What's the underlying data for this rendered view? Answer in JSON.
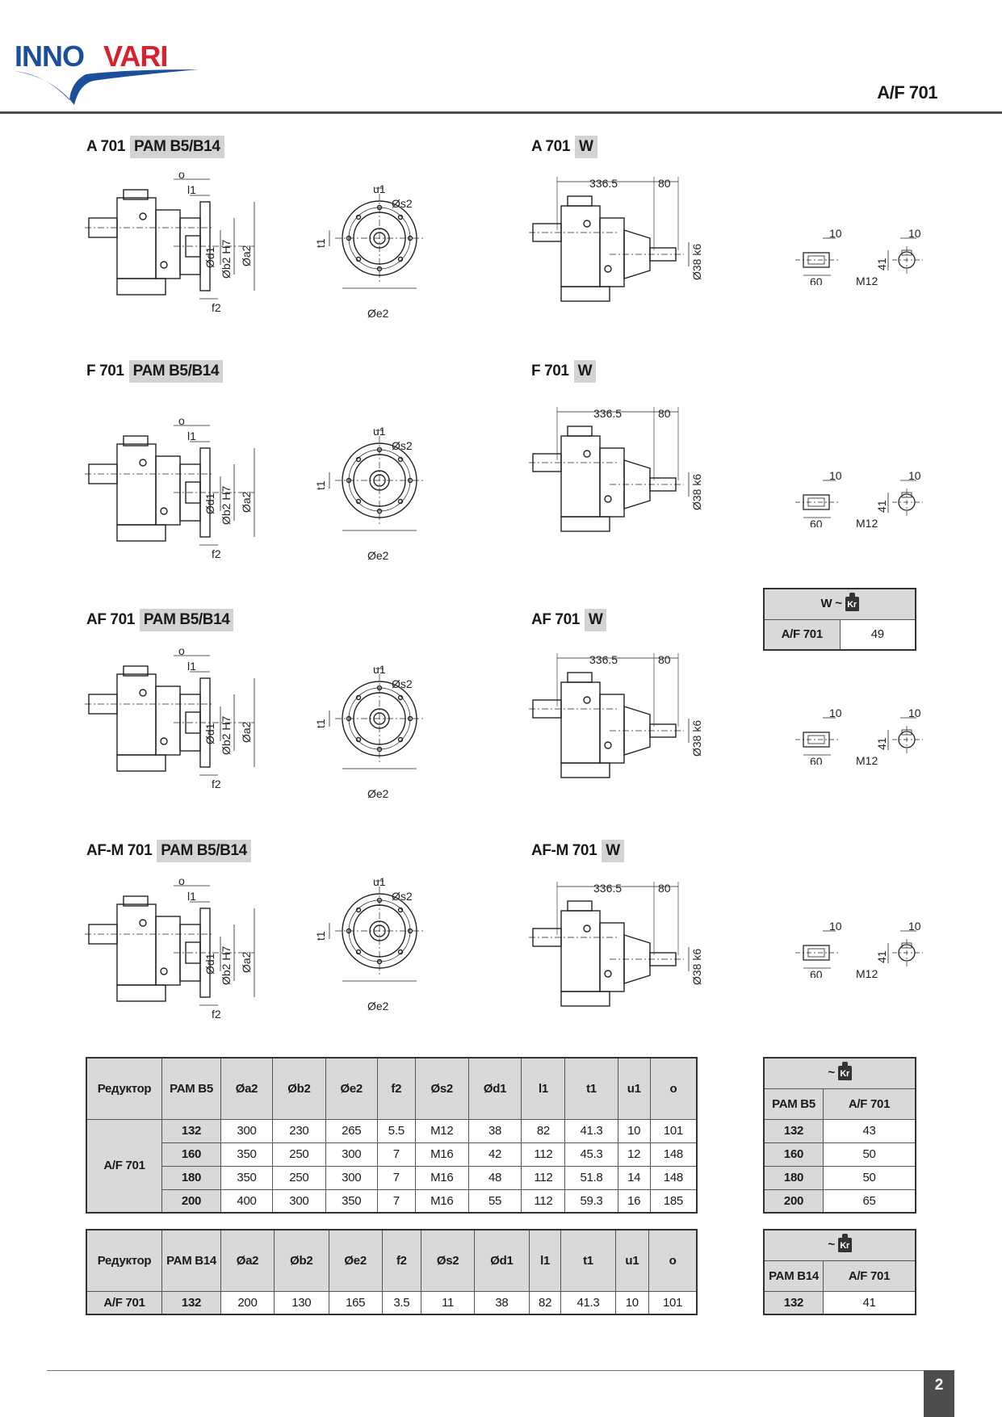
{
  "header": {
    "logo_text": "INNOVARI",
    "doc_code": "A/F 701"
  },
  "sections": [
    {
      "name": "A 701",
      "tag": "PAM B5/B14"
    },
    {
      "name": "A 701",
      "tag": "W"
    },
    {
      "name": "F 701",
      "tag": "PAM B5/B14"
    },
    {
      "name": "F 701",
      "tag": "W"
    },
    {
      "name": "AF 701",
      "tag": "PAM B5/B14"
    },
    {
      "name": "AF 701",
      "tag": "W"
    },
    {
      "name": "AF-M 701",
      "tag": "PAM B5/B14"
    },
    {
      "name": "AF-M 701",
      "tag": "W"
    }
  ],
  "dims": {
    "o": "o",
    "l1": "l1",
    "d1": "Ød1",
    "b2": "Øb2 H7",
    "a2": "Øa2",
    "f2": "f2",
    "u1": "u1",
    "s2": "Øs2",
    "t1": "t1",
    "e2": "Øe2",
    "w_len": "336.5",
    "w_ext": "80",
    "w_shaft": "Ø38 k6",
    "key_w": "10",
    "key_len": "60",
    "thread": "M12",
    "key_h": "41"
  },
  "weight_w": {
    "header_prefix": "W ~",
    "icon_label": "Kr",
    "model": "A/F 701",
    "value": "49"
  },
  "table_b5": {
    "col_headers": [
      "Редуктор",
      "PAM B5",
      "Øa2",
      "Øb2",
      "Øe2",
      "f2",
      "Øs2",
      "Ød1",
      "l1",
      "t1",
      "u1",
      "o"
    ],
    "model": "A/F 701",
    "rows": [
      [
        "132",
        "300",
        "230",
        "265",
        "5.5",
        "M12",
        "38",
        "82",
        "41.3",
        "10",
        "101"
      ],
      [
        "160",
        "350",
        "250",
        "300",
        "7",
        "M16",
        "42",
        "112",
        "45.3",
        "12",
        "148"
      ],
      [
        "180",
        "350",
        "250",
        "300",
        "7",
        "M16",
        "48",
        "112",
        "51.8",
        "14",
        "148"
      ],
      [
        "200",
        "400",
        "300",
        "350",
        "7",
        "M16",
        "55",
        "112",
        "59.3",
        "16",
        "185"
      ]
    ]
  },
  "table_b14": {
    "col_headers": [
      "Редуктор",
      "PAM B14",
      "Øa2",
      "Øb2",
      "Øe2",
      "f2",
      "Øs2",
      "Ød1",
      "l1",
      "t1",
      "u1",
      "o"
    ],
    "rows": [
      [
        "A/F 701",
        "132",
        "200",
        "130",
        "165",
        "3.5",
        "11",
        "38",
        "82",
        "41.3",
        "10",
        "101"
      ]
    ]
  },
  "weight_b5": {
    "header_prefix": "~",
    "icon_label": "Kr",
    "col_headers": [
      "PAM B5",
      "A/F 701"
    ],
    "rows": [
      [
        "132",
        "43"
      ],
      [
        "160",
        "50"
      ],
      [
        "180",
        "50"
      ],
      [
        "200",
        "65"
      ]
    ]
  },
  "weight_b14": {
    "header_prefix": "~",
    "icon_label": "Kr",
    "col_headers": [
      "PAM B14",
      "A/F 701"
    ],
    "rows": [
      [
        "132",
        "41"
      ]
    ]
  },
  "page_number": "2"
}
